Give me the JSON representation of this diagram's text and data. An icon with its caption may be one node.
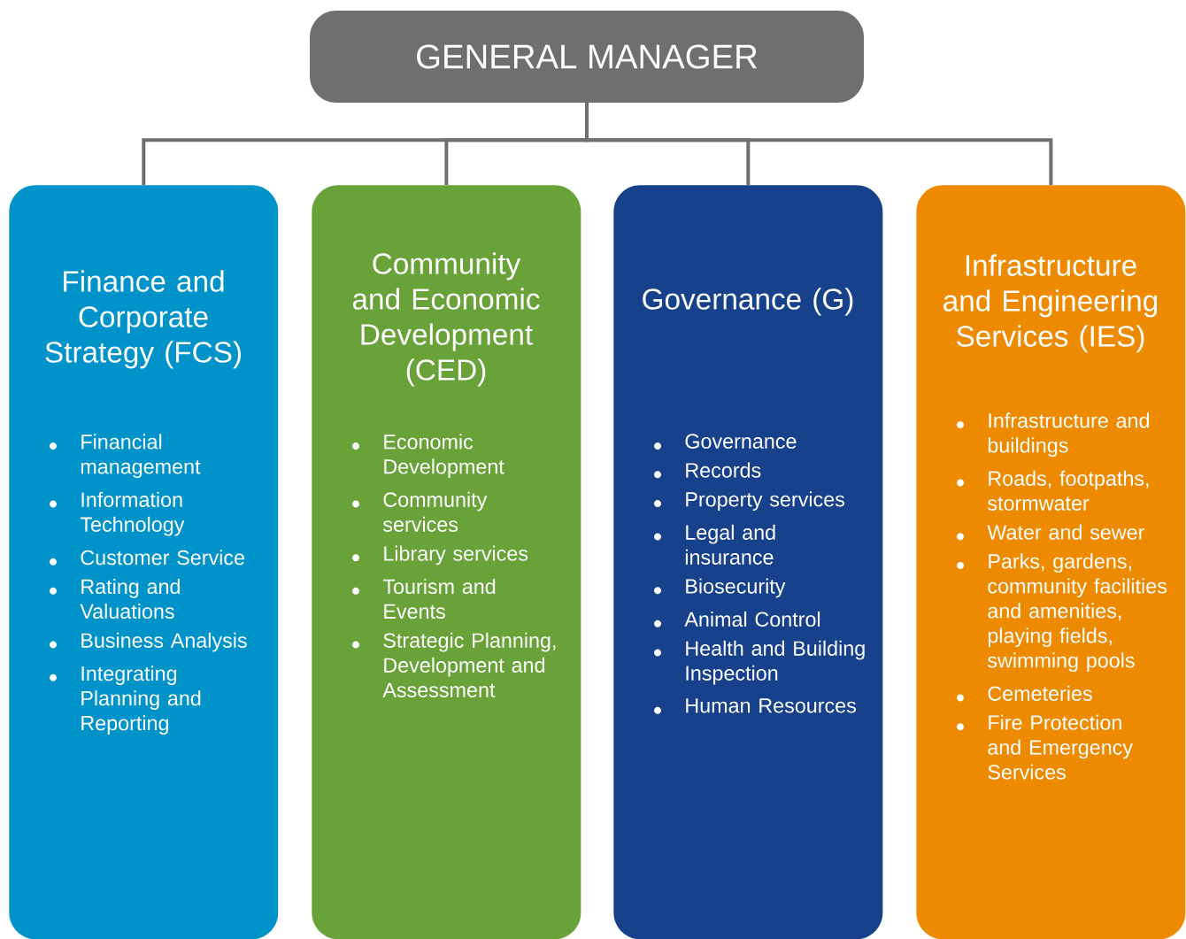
{
  "diagram": {
    "nodes": [
      {
        "text": [
          "GENERAL MANAGER"
        ]
      },
      {
        "text": [
          "Finance and Corporate Strategy (FCS)",
          "Financial management",
          "Information Technology",
          "Customer Service",
          "Rating and Valuations",
          "Business Analysis",
          "Integrating Planning and Reporting"
        ]
      },
      {
        "text": [
          "Community and Economic Development (CED)",
          "Economic Development",
          "Community services",
          "Library services",
          "Tourism and Events",
          "Strategic Planning, Development and Assessment"
        ]
      },
      {
        "text": [
          "Governance (G)",
          "Governance",
          "Records",
          "Property services",
          "Legal and insurance",
          "Biosecurity",
          "Animal Control",
          "Health and Building Inspection",
          "Human Resources"
        ]
      },
      {
        "text": [
          "Infrastructure and Engineering Services (IES)",
          "Infrastructure and buildings",
          "Roads, footpaths, stormwater",
          "Water and sewer",
          "Parks, gardens, community facilities and amenities, playing fields, swimming pools",
          "Cemeteries",
          "Fire Protection and Emergency Services"
        ]
      }
    ],
    "edges": [
      {
        "from": 0,
        "to": 1,
        "arrow": "none"
      },
      {
        "from": 0,
        "to": 2,
        "arrow": "none"
      },
      {
        "from": 0,
        "to": 3,
        "arrow": "none"
      },
      {
        "from": 0,
        "to": 4,
        "arrow": "none"
      }
    ]
  }
}
